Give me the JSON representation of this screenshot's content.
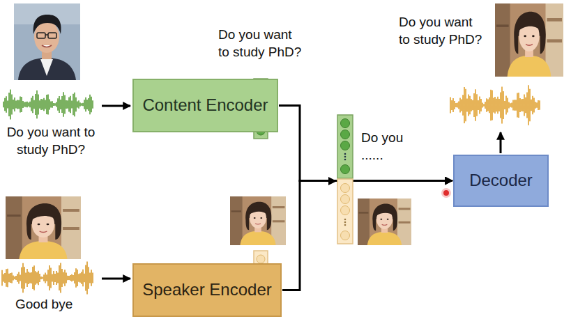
{
  "diagram": {
    "nodes": [
      {
        "text": [
          "Content Encoder"
        ]
      },
      {
        "text": [
          "Speaker Encoder"
        ]
      },
      {
        "text": [
          "Decoder"
        ]
      }
    ],
    "edges": [
      {
        "from": 0,
        "to": 2,
        "arrow": "to"
      },
      {
        "from": 1,
        "to": 2,
        "arrow": "to"
      }
    ],
    "labels": [
      "Do you want to study PhD?",
      "Do you want to study PhD?",
      "Do you want to study PhD?",
      "Do you ......",
      "Good bye"
    ]
  }
}
